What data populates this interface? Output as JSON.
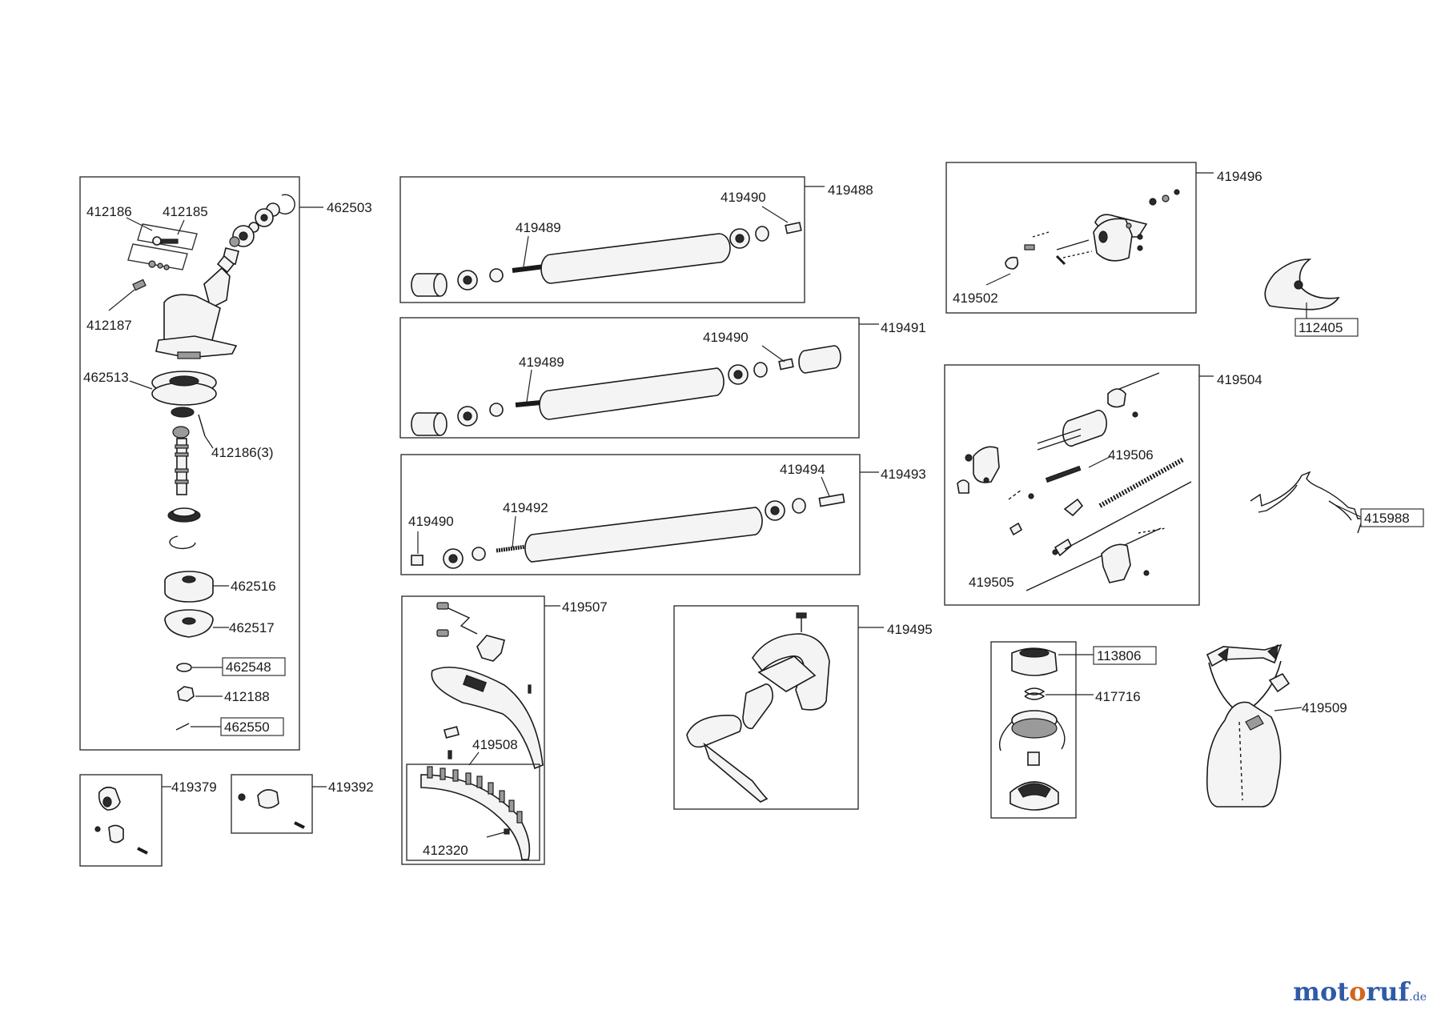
{
  "brand": {
    "name_a": "mot",
    "name_b": "o",
    "name_c": "ruf",
    "tld": ".de"
  },
  "labels": {
    "p462503": "462503",
    "p412186": "412186",
    "p412185": "412185",
    "p412187": "412187",
    "p462513": "462513",
    "p412186_3": "412186(3)",
    "p462516": "462516",
    "p462517": "462517",
    "p462548": "462548",
    "p412188": "412188",
    "p462550": "462550",
    "p419488": "419488",
    "p419490_a": "419490",
    "p419489_a": "419489",
    "p419491": "419491",
    "p419490_b": "419490",
    "p419489_b": "419489",
    "p419493": "419493",
    "p419494": "419494",
    "p419492": "419492",
    "p419490_c": "419490",
    "p419507": "419507",
    "p419508": "419508",
    "p412320": "412320",
    "p419495": "419495",
    "p419496": "419496",
    "p419502": "419502",
    "p112405": "112405",
    "p419504": "419504",
    "p419506": "419506",
    "p419505": "419505",
    "p415988": "415988",
    "p113806": "113806",
    "p417716": "417716",
    "p419509": "419509",
    "p419379": "419379",
    "p419392": "419392"
  }
}
